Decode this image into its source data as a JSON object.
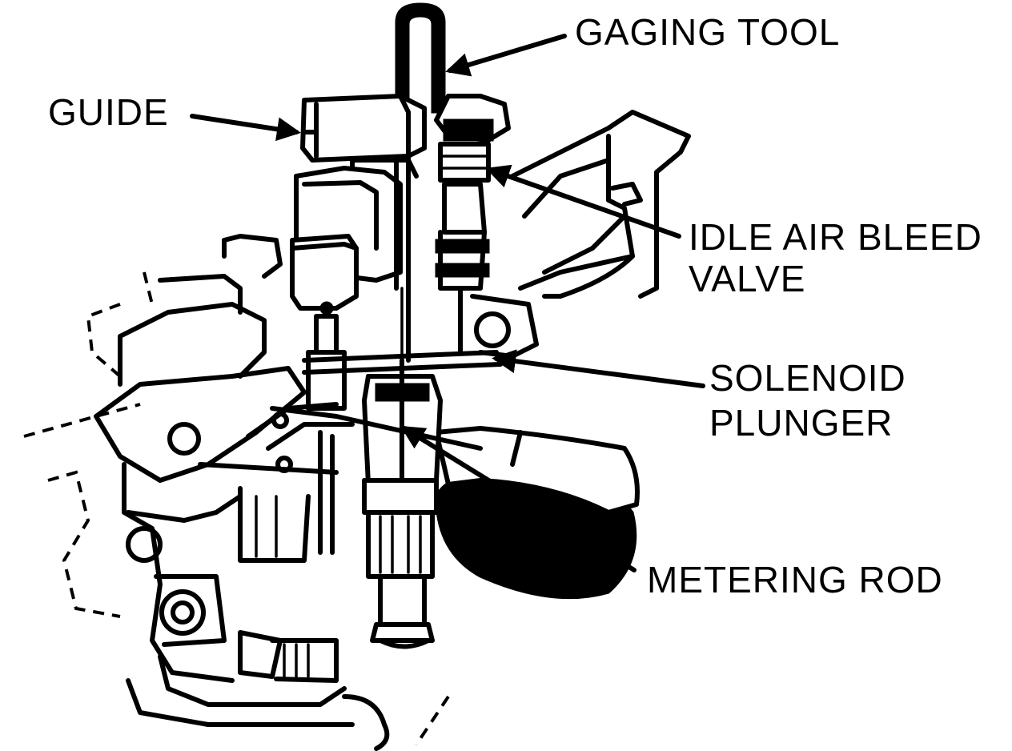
{
  "figure": {
    "labels": {
      "gaging_tool": "GAGING TOOL",
      "guide": "GUIDE",
      "idle_air_bleed_valve_line1": "IDLE AIR BLEED",
      "idle_air_bleed_valve_line2": "VALVE",
      "solenoid_plunger_line1": "SOLENOID",
      "solenoid_plunger_line2": "PLUNGER",
      "metering_rod": "METERING ROD"
    }
  }
}
